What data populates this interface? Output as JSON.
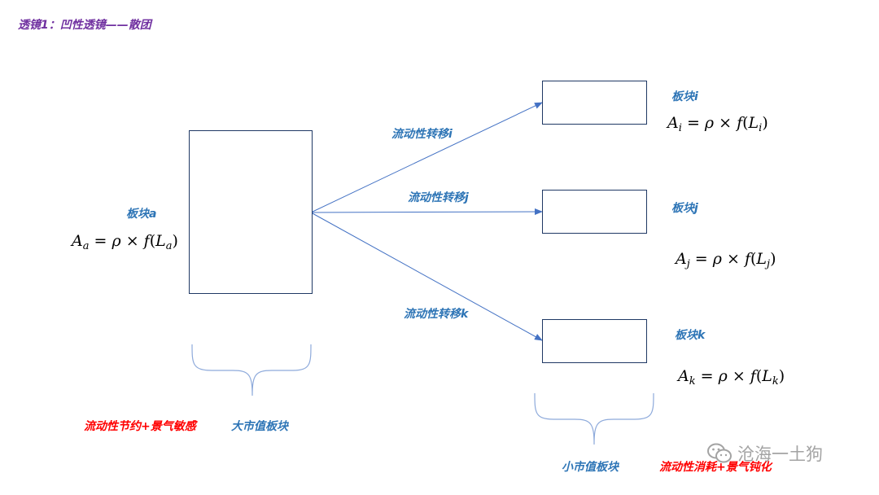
{
  "colors": {
    "title": "#7030a0",
    "label_blue": "#2e75b6",
    "label_red": "#ff0000",
    "line": "#4472c4",
    "box_border": "#1f3864",
    "watermark": "#9a9a9a"
  },
  "title": "透镜1：凹性透镜——散团",
  "big_sector": {
    "label": "板块a",
    "formula": {
      "lhs_sub": "a",
      "rhs_sub": "a"
    }
  },
  "transfers": {
    "i": "流动性转移i",
    "j": "流动性转移j",
    "k": "流动性转移k"
  },
  "small_sectors": [
    {
      "label": "板块i",
      "formula": {
        "lhs_sub": "i",
        "rhs_sub": "i"
      }
    },
    {
      "label": "板块j",
      "formula": {
        "lhs_sub": "j",
        "rhs_sub": "j"
      }
    },
    {
      "label": "板块k",
      "formula": {
        "lhs_sub": "k",
        "rhs_sub": "k"
      }
    }
  ],
  "formula_parts": {
    "lhs": "A",
    "eq": " = ",
    "rho": "ρ",
    "times": " × ",
    "f": "f",
    "lparen": "(",
    "L": "L",
    "rparen": ")"
  },
  "bottom": {
    "big_desc": "流动性节约+景气敏感",
    "big_name": "大市值板块",
    "small_name": "小市值板块",
    "small_desc": "流动性消耗+景气钝化"
  },
  "watermark": {
    "icon": "wechat-icon",
    "text": "沧海一土狗"
  }
}
